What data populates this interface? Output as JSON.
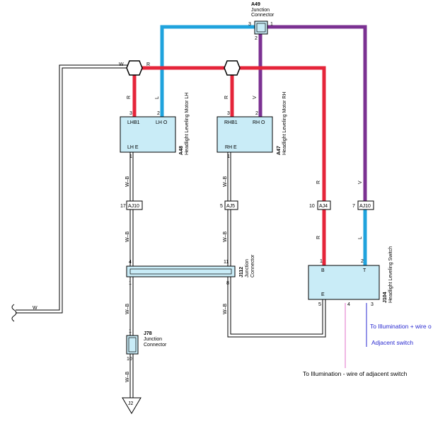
{
  "colors": {
    "red": "#e5253a",
    "blue": "#1fa3dd",
    "purple": "#7b3192",
    "component_fill": "#c9ecf7",
    "note_blue": "#2a2ad0",
    "pink_leader": "#e070c8"
  },
  "junction_a49": {
    "code": "A49",
    "name_line1": "Junction",
    "name_line2": "Connector",
    "pin_left": "3",
    "pin_right": "1",
    "pin_bottom": "2"
  },
  "motor_lh": {
    "code": "A48",
    "name": "Headlight Leveling Motor LH",
    "term_lhb1": "LHB1",
    "term_lho": "LH O",
    "term_lhe": "LH E",
    "pin_3": "3",
    "pin_2": "2",
    "pin_1": "1"
  },
  "motor_rh": {
    "code": "A47",
    "name": "Headlight Leveling Motor RH",
    "term_rhb1": "RHB1",
    "term_rho": "RH O",
    "term_rhe": "RH E",
    "pin_3": "3",
    "pin_2": "2",
    "pin_1": "1"
  },
  "switch": {
    "code": "J104",
    "name": "Headlight Leveling Switch",
    "term_b": "B",
    "term_t": "T",
    "term_e": "E",
    "pin_1": "1",
    "pin_2": "2",
    "pin_5": "5",
    "pin_4": "4",
    "pin_3": "3"
  },
  "junction_j112": {
    "code": "J112",
    "name_line1": "Junction",
    "name_line2": "Connector",
    "pin_4": "4",
    "pin_1": "1",
    "pin_11": "11",
    "pin_8": "8"
  },
  "junction_j78": {
    "code": "J78",
    "name_line1": "Junction",
    "name_line2": "Connector",
    "pin_top": "1",
    "pin_bottom": "10"
  },
  "ground": {
    "code": "J2"
  },
  "connectors": {
    "aj10_left": {
      "label": "AJ10",
      "pin": "17"
    },
    "aj5": {
      "label": "AJ5",
      "pin": "5"
    },
    "aj4": {
      "label": "AJ4",
      "pin": "10"
    },
    "aj10_right": {
      "label": "AJ10",
      "pin": "7"
    }
  },
  "wires": {
    "w": "W",
    "r": "R",
    "l": "L",
    "v": "V",
    "wb": "W–B"
  },
  "notes": {
    "illum_plus": "To Illumination + wire o",
    "adjacent": "Adjacent switch",
    "illum_minus": "To Illumination - wire of adjacent switch"
  }
}
